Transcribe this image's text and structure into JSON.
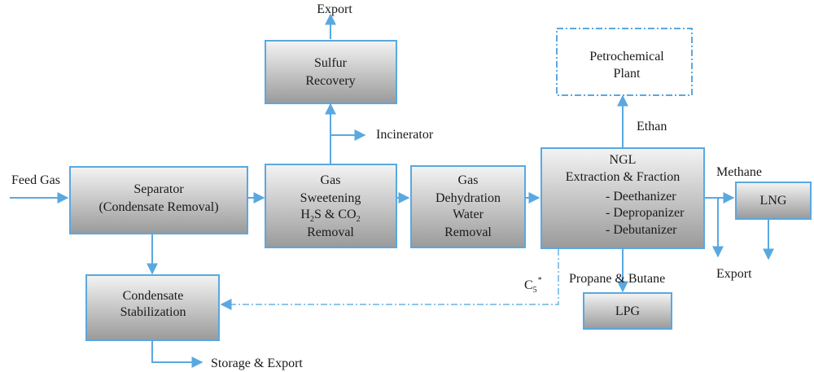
{
  "boxes": {
    "separator": [
      "Separator",
      "(Condensate Removal)"
    ],
    "condensate": [
      "Condensate",
      "Stabilization"
    ],
    "sweetening": {
      "l1": "Gas",
      "l2": "Sweetening",
      "l3": {
        "a": "H",
        "a_sub": "2",
        "b": "S & CO",
        "b_sub": "2"
      },
      "l4": "Removal"
    },
    "sulfur": [
      "Sulfur",
      "Recovery"
    ],
    "dehydration": [
      "Gas",
      "Dehydration",
      "Water",
      "Removal"
    ],
    "ngl": {
      "title": "NGL",
      "subtitle": "Extraction & Fraction",
      "items": [
        "- Deethanizer",
        "- Depropanizer",
        "- Debutanizer"
      ]
    },
    "petrochemical": [
      "Petrochemical",
      "Plant"
    ],
    "lng": "LNG",
    "lpg": "LPG"
  },
  "labels": {
    "feed_gas": "Feed Gas",
    "export_top": "Export",
    "incinerator": "Incinerator",
    "ethan": "Ethan",
    "methane": "Methane",
    "export_right": "Export",
    "propane_butane": "Propane & Butane",
    "c5": "C",
    "c5_sub": "5",
    "c5_sup": "*",
    "storage_export": "Storage & Export"
  },
  "colors": {
    "line": "#5aa8e0",
    "box_top": "#f2f2f2",
    "box_bottom": "#9a9a9a"
  }
}
